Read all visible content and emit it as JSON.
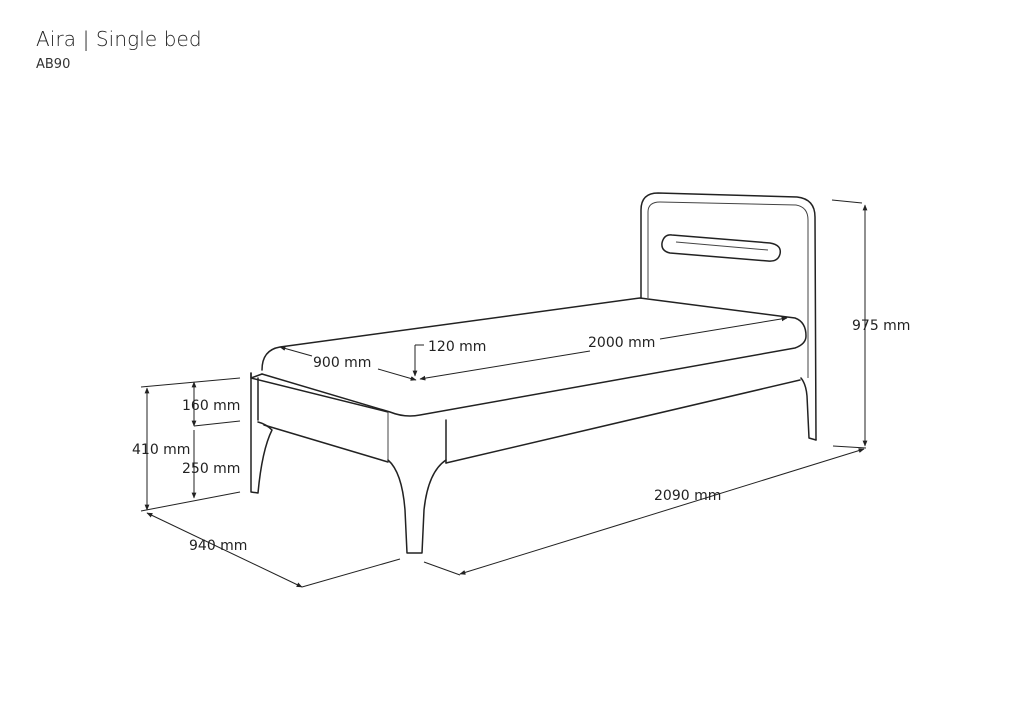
{
  "header": {
    "title": "Aira | Single bed",
    "code": "AB90"
  },
  "dimensions": {
    "headboard_height": "975 mm",
    "mattress_length": "2000 mm",
    "mattress_width": "900 mm",
    "mattress_thickness": "120 mm",
    "total_length": "2090 mm",
    "total_width": "940 mm",
    "total_height": "410 mm",
    "upper_height": "160 mm",
    "lower_height": "250 mm"
  },
  "colors": {
    "line": "#222222",
    "background": "#ffffff"
  }
}
